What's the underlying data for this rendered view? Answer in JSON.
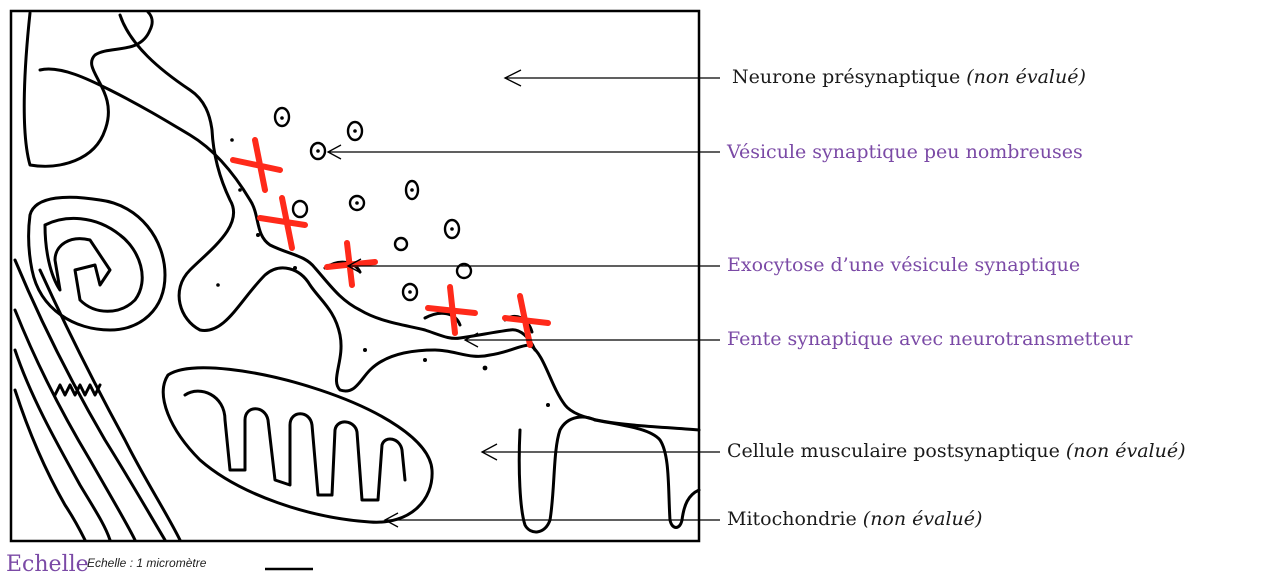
{
  "labels": {
    "presynaptic": {
      "text": "Neurone présynaptique",
      "note": "(non évalué)"
    },
    "vesicle": {
      "text": "Vésicule synaptique peu nombreuses"
    },
    "exocytosis": {
      "text": "Exocytose d’une vésicule synaptique"
    },
    "cleft": {
      "text": "Fente synaptique avec neurotransmetteur"
    },
    "muscle": {
      "text": "Cellule musculaire postsynaptique",
      "note": "(non évalué)"
    },
    "mitochondria": {
      "text": "Mitochondrie",
      "note": "(non évalué)"
    }
  },
  "scale": {
    "title": "Echelle",
    "text": "Echelle : 1 micromètre"
  },
  "colors": {
    "purple_text": "#7b4aa6",
    "cross_marks": "#ff2a1a",
    "outline": "#000000"
  },
  "cross_marks_count": 5
}
